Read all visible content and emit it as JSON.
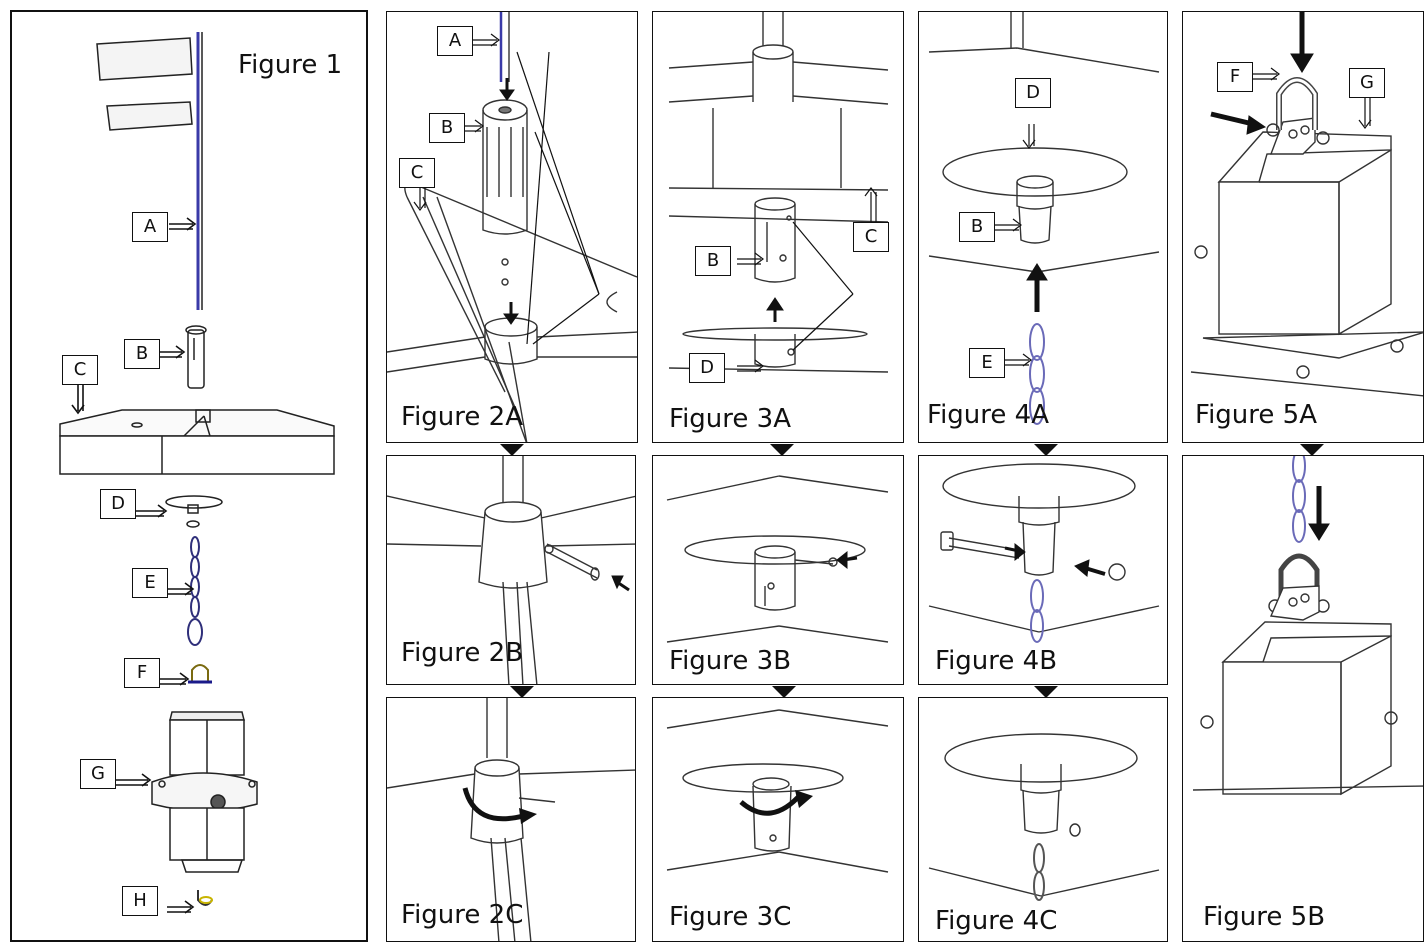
{
  "figures": {
    "fig1": "Figure 1",
    "fig2a": "Figure 2A",
    "fig2b": "Figure 2B",
    "fig2c": "Figure 2C",
    "fig3a": "Figure 3A",
    "fig3b": "Figure 3B",
    "fig3c": "Figure 3C",
    "fig4a": "Figure 4A",
    "fig4b": "Figure 4B",
    "fig4c": "Figure 4C",
    "fig5a": "Figure 5A",
    "fig5b": "Figure 5B"
  },
  "labels": {
    "A": "A",
    "B": "B",
    "C": "C",
    "D": "D",
    "E": "E",
    "F": "F",
    "G": "G",
    "H": "H"
  }
}
